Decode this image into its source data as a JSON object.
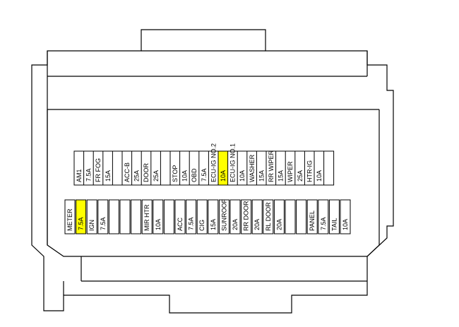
{
  "diagram": {
    "title": "",
    "highlight_color": "#ffff00",
    "upper_row": [
      {
        "label": "AM1",
        "amp": ""
      },
      {
        "label": "",
        "amp": "7.5A"
      },
      {
        "label": "FR FOG",
        "amp": ""
      },
      {
        "label": "",
        "amp": "15A"
      },
      {
        "label": "",
        "amp": ""
      },
      {
        "label": "ACC-B",
        "amp": ""
      },
      {
        "label": "",
        "amp": "25A"
      },
      {
        "label": "DOOR",
        "amp": ""
      },
      {
        "label": "",
        "amp": "25A"
      },
      {
        "label": "",
        "amp": ""
      },
      {
        "label": "STOP",
        "amp": ""
      },
      {
        "label": "",
        "amp": "10A"
      },
      {
        "label": "OBD",
        "amp": ""
      },
      {
        "label": "",
        "amp": "7.5A"
      },
      {
        "label": "ECU-IG NO.2",
        "amp": ""
      },
      {
        "label": "",
        "amp": "10A",
        "highlight": true
      },
      {
        "label": "ECU-IG NO.1",
        "amp": ""
      },
      {
        "label": "",
        "amp": "10A"
      },
      {
        "label": "WASHER",
        "amp": ""
      },
      {
        "label": "",
        "amp": "15A"
      },
      {
        "label": "RR WIPER",
        "amp": ""
      },
      {
        "label": "",
        "amp": "15A"
      },
      {
        "label": "WIPER",
        "amp": ""
      },
      {
        "label": "",
        "amp": "25A"
      },
      {
        "label": "HTR-IG",
        "amp": ""
      },
      {
        "label": "",
        "amp": "10A"
      },
      {
        "label": "",
        "amp": ""
      }
    ],
    "lower_row": [
      {
        "label": "METER",
        "amp": ""
      },
      {
        "label": "",
        "amp": "7.5A",
        "highlight": true
      },
      {
        "label": "IGN",
        "amp": ""
      },
      {
        "label": "",
        "amp": "7.5A"
      },
      {
        "label": "",
        "amp": ""
      },
      {
        "label": "",
        "amp": ""
      },
      {
        "label": "",
        "amp": ""
      },
      {
        "label": "MIR HTR",
        "amp": ""
      },
      {
        "label": "",
        "amp": "10A"
      },
      {
        "label": "",
        "amp": ""
      },
      {
        "label": "ACC",
        "amp": ""
      },
      {
        "label": "",
        "amp": "7.5A"
      },
      {
        "label": "CIG",
        "amp": ""
      },
      {
        "label": "",
        "amp": "15A"
      },
      {
        "label": "SUNROOF",
        "amp": ""
      },
      {
        "label": "",
        "amp": "20A"
      },
      {
        "label": "RR DOOR",
        "amp": ""
      },
      {
        "label": "",
        "amp": "20A"
      },
      {
        "label": "RL DOOR",
        "amp": ""
      },
      {
        "label": "",
        "amp": "20A"
      },
      {
        "label": "",
        "amp": ""
      },
      {
        "label": "",
        "amp": ""
      },
      {
        "label": "PANEL",
        "amp": ""
      },
      {
        "label": "",
        "amp": "7.5A"
      },
      {
        "label": "TAIL",
        "amp": ""
      },
      {
        "label": "",
        "amp": "10A"
      }
    ]
  }
}
